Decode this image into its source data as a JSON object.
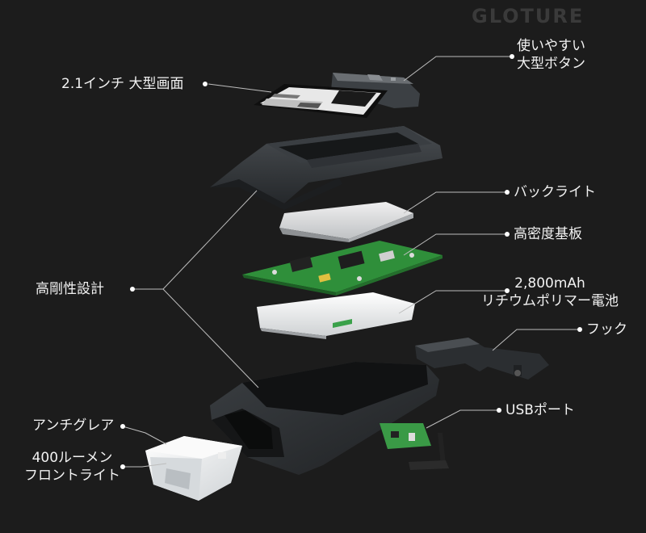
{
  "brand": "GLOTURE",
  "callouts": {
    "display": "2.1インチ 大型画面",
    "buttons": [
      "使いやすい",
      "大型ボタン"
    ],
    "backlight": "バックライト",
    "pcb": "高密度基板",
    "battery": [
      "2,800mAh",
      "リチウムポリマー電池"
    ],
    "hook": "フック",
    "rigid": "高剛性設計",
    "usb": "USBポート",
    "antiglare": "アンチグレア",
    "frontlight": [
      "400ルーメン",
      "フロントライト"
    ]
  },
  "colors": {
    "background": "#1c1c1c",
    "text": "#f2f2f2",
    "leader": "#bdbdbd",
    "pcb": "#2f8f3a",
    "housing": "#2a2d30"
  }
}
